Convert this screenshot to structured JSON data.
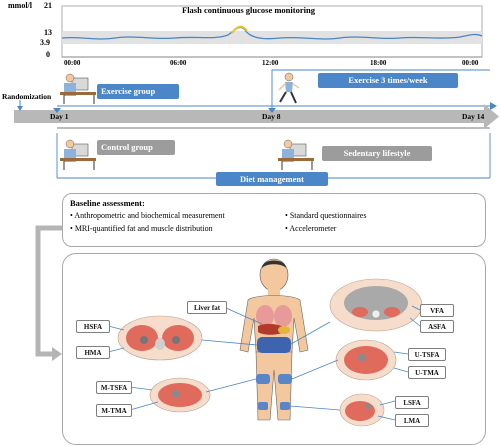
{
  "glucose": {
    "title": "Flash continuous glucose monitoring",
    "unit": "mmol/l",
    "y_ticks": [
      "21",
      "13",
      "3.9",
      "0"
    ],
    "x_ticks": [
      "00:00",
      "06:00",
      "12:00",
      "18:00",
      "00:00"
    ]
  },
  "timeline": {
    "randomization": "Randomization",
    "day1": "Day 1",
    "day8": "Day 8",
    "day14": "Day 14",
    "exercise_group": "Exercise group",
    "exercise_freq": "Exercise 3 times/week",
    "control_group": "Control group",
    "sedentary": "Sedentary lifestyle",
    "diet": "Diet management"
  },
  "baseline": {
    "title": "Baseline assessment:",
    "items": [
      "Anthropometric and biochemical measurement",
      "MRI-quantified fat and muscle distribution",
      "Standard questionnaires",
      "Accelerometer"
    ]
  },
  "mri_labels": {
    "liver": "Liver fat",
    "hsfa": "HSFA",
    "hma": "HMA",
    "mtsfa": "M-TSFA",
    "mtma": "M-TMA",
    "vfa": "VFA",
    "asfa": "ASFA",
    "utsfa": "U-TSFA",
    "utma": "U-TMA",
    "lsfa": "LSFA",
    "lma": "LMA"
  },
  "colors": {
    "blue": "#4a86c8",
    "grey": "#9c9c9c",
    "band": "#e2e2e2",
    "muscle": "#e06a5c",
    "fat": "#f5dccb"
  }
}
